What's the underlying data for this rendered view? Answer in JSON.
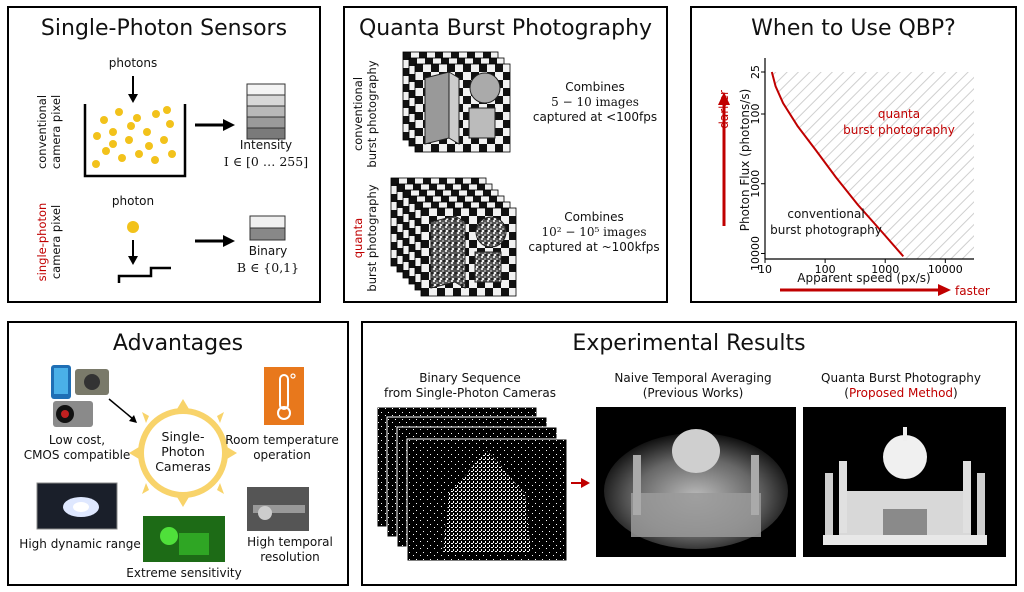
{
  "sensors": {
    "title": "Single-Photon Sensors",
    "photons_label": "photons",
    "photon_label": "photon",
    "conventional_pixel_l1": "conventional",
    "conventional_pixel_l2": "camera pixel",
    "single_photon_l1": "single-photon",
    "single_photon_l2": "camera pixel",
    "intensity_label": "Intensity",
    "intensity_formula": "I ∈ [0 … 255]",
    "binary_label": "Binary",
    "binary_formula": "B ∈ {0,1}",
    "photon_color": "#f2c21b"
  },
  "qbp": {
    "title": "Quanta Burst Photography",
    "conv_burst_l1": "conventional",
    "conv_burst_l2": "burst photography",
    "quanta_burst_l1": "quanta",
    "quanta_burst_l2": "burst photography",
    "conv_desc": [
      "Combines",
      "5 − 10 images",
      "captured at <100fps"
    ],
    "quanta_desc": [
      "Combines",
      "10² − 10⁵ images",
      "captured at ~100kfps"
    ]
  },
  "when": {
    "title": "When to Use QBP?",
    "ylabel": "Photon Flux (photons/s)",
    "xlabel": "Apparent speed (px/s)",
    "darker": "darker",
    "faster": "faster",
    "region_quanta_l1": "quanta",
    "region_quanta_l2": "burst photography",
    "region_conv_l1": "conventional",
    "region_conv_l2": "burst photography",
    "accent": "#c00000"
  },
  "chart_data": {
    "type": "area",
    "title": "When to Use QBP?",
    "xlabel": "Apparent speed (px/s)",
    "ylabel": "Photon Flux (photons/s)",
    "x_scale": "log",
    "y_scale": "log",
    "y_inverted": true,
    "xlim": [
      10,
      30000
    ],
    "ylim": [
      25,
      12000
    ],
    "x_ticks": [
      10,
      100,
      1000,
      10000
    ],
    "x_tick_labels": [
      "10",
      "100",
      "1000",
      "10000"
    ],
    "y_ticks": [
      25,
      100,
      1000,
      10000
    ],
    "y_tick_labels": [
      "25",
      "100",
      "1000",
      "10000"
    ],
    "boundary": {
      "x": [
        13,
        15,
        20,
        35,
        70,
        150,
        350,
        900,
        2000
      ],
      "y": [
        25,
        40,
        70,
        150,
        330,
        800,
        2000,
        5000,
        11000
      ]
    },
    "regions": [
      "quanta burst photography",
      "conventional burst photography"
    ],
    "grid": false
  },
  "advantages": {
    "title": "Advantages",
    "center_l1": "Single-",
    "center_l2": "Photon",
    "center_l3": "Cameras",
    "items": [
      {
        "l1": "Low cost,",
        "l2": "CMOS compatible"
      },
      {
        "l1": "Room temperature",
        "l2": "operation"
      },
      {
        "l1": "High dynamic range",
        "l2": ""
      },
      {
        "l1": "Extreme sensitivity",
        "l2": ""
      },
      {
        "l1": "High temporal",
        "l2": "resolution"
      }
    ],
    "sun_color": "#f8d36a",
    "thermo_bg": "#e8781c"
  },
  "results": {
    "title": "Experimental Results",
    "binary_l1": "Binary Sequence",
    "binary_l2": "from Single-Photon Cameras",
    "naive_l1": "Naive Temporal Averaging",
    "naive_l2": "(Previous Works)",
    "qbp_l1": "Quanta Burst Photography",
    "qbp_l2_open": "(",
    "qbp_l2_red": "Proposed Method",
    "qbp_l2_close": ")"
  }
}
